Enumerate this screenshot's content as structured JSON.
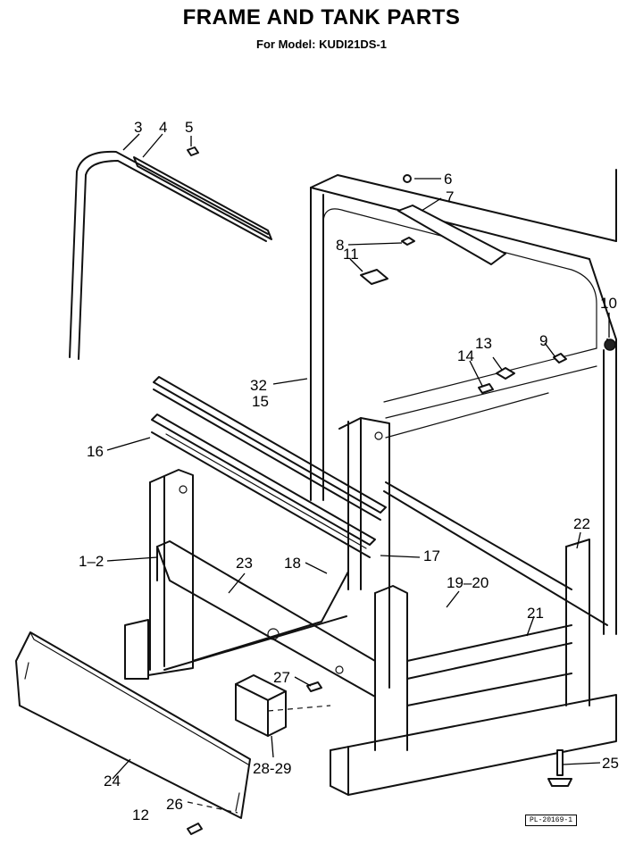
{
  "header": {
    "title": "FRAME AND TANK PARTS",
    "subtitle": "For Model: KUDI21DS-1"
  },
  "callouts": {
    "c3": "3",
    "c4": "4",
    "c5": "5",
    "c6": "6",
    "c7": "7",
    "c8": "8",
    "c11": "11",
    "c10": "10",
    "c13": "13",
    "c9": "9",
    "c14": "14",
    "c32": "32",
    "c15": "15",
    "c16": "16",
    "c22": "22",
    "c1_2": "1–2",
    "c23": "23",
    "c18": "18",
    "c17": "17",
    "c19_20": "19–20",
    "c21": "21",
    "c27": "27",
    "c28_29": "28-29",
    "c25": "25",
    "c24": "24",
    "c26": "26",
    "c12": "12"
  },
  "footer": {
    "diagram_code": "PL-20169-1"
  }
}
